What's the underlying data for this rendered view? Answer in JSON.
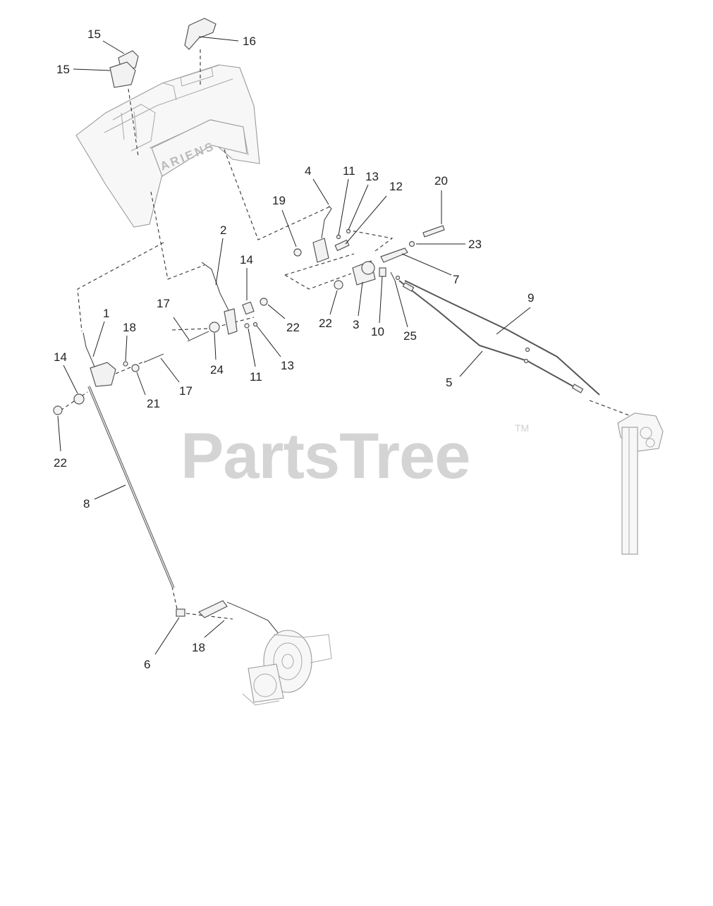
{
  "watermark": {
    "text": "PartsTree",
    "tm": "TM"
  },
  "housing_brand": "ARIENS",
  "callouts": [
    {
      "id": "c15a",
      "label": "15"
    },
    {
      "id": "c15b",
      "label": "15"
    },
    {
      "id": "c16",
      "label": "16"
    },
    {
      "id": "c4",
      "label": "4"
    },
    {
      "id": "c11a",
      "label": "11"
    },
    {
      "id": "c13a",
      "label": "13"
    },
    {
      "id": "c12",
      "label": "12"
    },
    {
      "id": "c20",
      "label": "20"
    },
    {
      "id": "c19",
      "label": "19"
    },
    {
      "id": "c23",
      "label": "23"
    },
    {
      "id": "c2",
      "label": "2"
    },
    {
      "id": "c14a",
      "label": "14"
    },
    {
      "id": "c7",
      "label": "7"
    },
    {
      "id": "c9",
      "label": "9"
    },
    {
      "id": "c17a",
      "label": "17"
    },
    {
      "id": "c22a",
      "label": "22"
    },
    {
      "id": "c22b",
      "label": "22"
    },
    {
      "id": "c3",
      "label": "3"
    },
    {
      "id": "c10",
      "label": "10"
    },
    {
      "id": "c25",
      "label": "25"
    },
    {
      "id": "c1",
      "label": "1"
    },
    {
      "id": "c18a",
      "label": "18"
    },
    {
      "id": "c24",
      "label": "24"
    },
    {
      "id": "c11b",
      "label": "11"
    },
    {
      "id": "c13b",
      "label": "13"
    },
    {
      "id": "c5",
      "label": "5"
    },
    {
      "id": "c14b",
      "label": "14"
    },
    {
      "id": "c21",
      "label": "21"
    },
    {
      "id": "c17b",
      "label": "17"
    },
    {
      "id": "c22c",
      "label": "22"
    },
    {
      "id": "c8",
      "label": "8"
    },
    {
      "id": "c18b",
      "label": "18"
    },
    {
      "id": "c6",
      "label": "6"
    }
  ]
}
